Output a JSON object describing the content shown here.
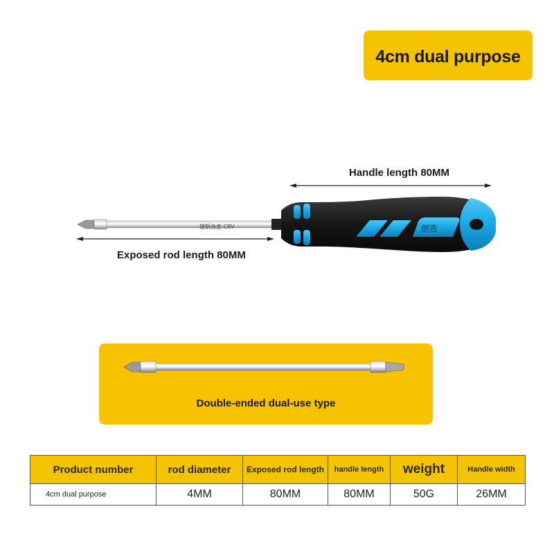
{
  "banner": {
    "title": "4cm dual purpose"
  },
  "dimensions": {
    "handle_length": "Handle length 80MM",
    "exposed_rod_length": "Exposed rod length 80MM"
  },
  "product": {
    "shaft_marking": "铬钒合金 CRV",
    "handle_brand": "创吉"
  },
  "bit_panel": {
    "caption": "Double-ended dual-use type"
  },
  "spec_table": {
    "headers": [
      "Product number",
      "rod diameter",
      "Exposed rod length",
      "handle length",
      "weight",
      "Handle width"
    ],
    "row": [
      "4cm dual purpose",
      "4MM",
      "80MM",
      "80MM",
      "50G",
      "26MM"
    ]
  },
  "colors": {
    "accent_yellow": "#f6c300",
    "handle_blue": "#19a9e6",
    "handle_black": "#1b1b1b"
  }
}
